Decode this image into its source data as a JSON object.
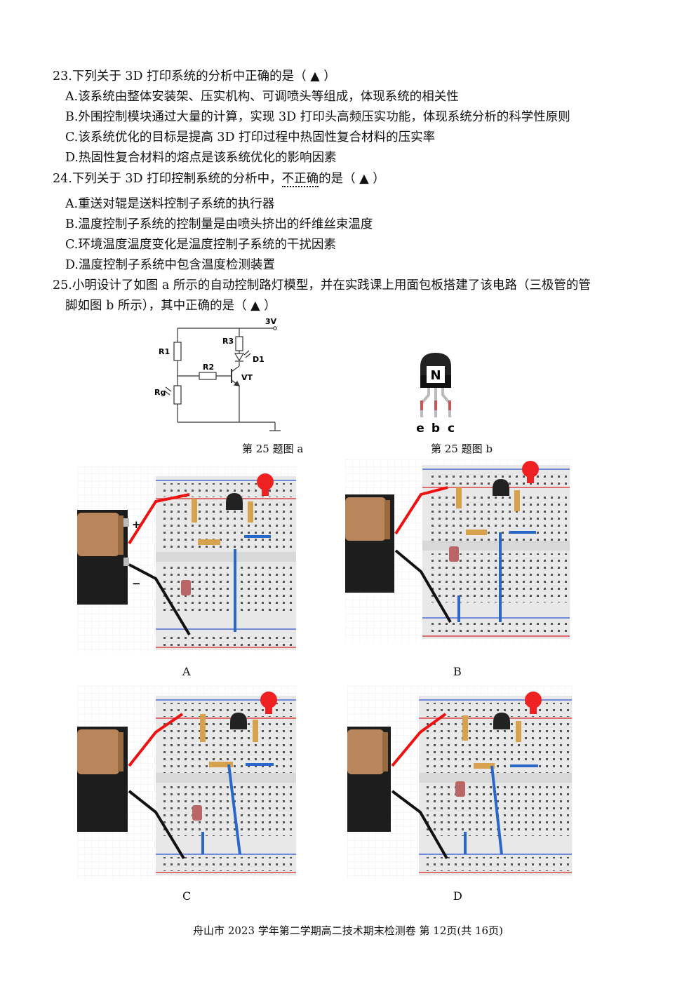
{
  "questions": [
    {
      "number": "23.",
      "stem": "下列关于 3D 打印系统的分析中正确的是（ ▲ ）",
      "options": [
        "A.该系统由整体安装架、压实机构、可调喷头等组成，体现系统的相关性",
        "B.外围控制模块通过大量的计算，实现 3D 打印头高频压实功能，体现系统分析的科学性原则",
        "C.该系统优化的目标是提高 3D 打印过程中热固性复合材料的压实率",
        "D.热固性复合材料的熔点是该系统优化的影响因素"
      ]
    },
    {
      "number": "24.",
      "stem_pre": "下列关于 3D 打印控制系统的分析中，",
      "stem_emph": "不正确",
      "stem_post": "的是（ ▲ ）",
      "options": [
        "A.重送对辊是送料控制子系统的执行器",
        "B.温度控制子系统的控制量是由喷头挤出的纤维丝束温度",
        "C.环境温度温度变化是温度控制子系统的干扰因素",
        "D.温度控制子系统中包含温度检测装置"
      ]
    },
    {
      "number": "25.",
      "stem_line1": "小明设计了如图 a 所示的自动控制路灯模型，并在实践课上用面包板搭建了该电路（三极管的管",
      "stem_line2": "脚如图 b 所示），其中正确的是（ ▲ ）"
    }
  ],
  "circuit": {
    "supply": "3V",
    "r1": "R1",
    "r2": "R2",
    "r3": "R3",
    "d1": "D1",
    "vt": "VT",
    "rg": "Rg",
    "caption": "第 25 题图 a"
  },
  "transistor": {
    "mark": "N",
    "pin_e": "e",
    "pin_b": "b",
    "pin_c": "c",
    "caption": "第 25 题图 b"
  },
  "breadboards": {
    "plus": "+",
    "minus": "−",
    "labels": [
      "A",
      "B",
      "C",
      "D"
    ]
  },
  "footer": "舟山市 2023 学年第二学期高二技术期末检测卷 第 12页(共 16页)"
}
